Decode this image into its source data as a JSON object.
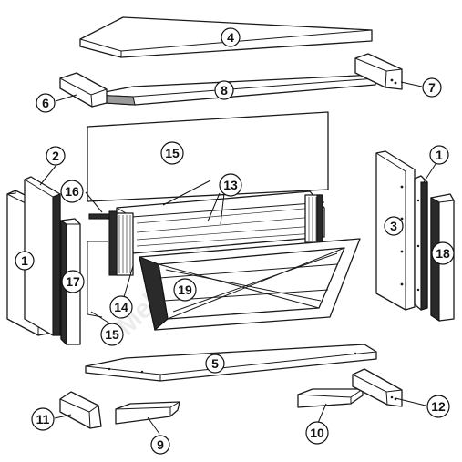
{
  "callouts": {
    "c1a": "1",
    "c1b": "1",
    "c2": "2",
    "c3": "3",
    "c4": "4",
    "c5": "5",
    "c6": "6",
    "c7": "7",
    "c8": "8",
    "c9": "9",
    "c10": "10",
    "c11": "11",
    "c12": "12",
    "c13": "13",
    "c14": "14",
    "c15a": "15",
    "c15b": "15",
    "c16": "16",
    "c17": "17",
    "c18": "18",
    "c19": "19"
  },
  "watermark": "Mebel-Com.Ua",
  "colors": {
    "line": "#1a1a1a",
    "dark_part": "#2a2a2a",
    "background": "#ffffff"
  }
}
